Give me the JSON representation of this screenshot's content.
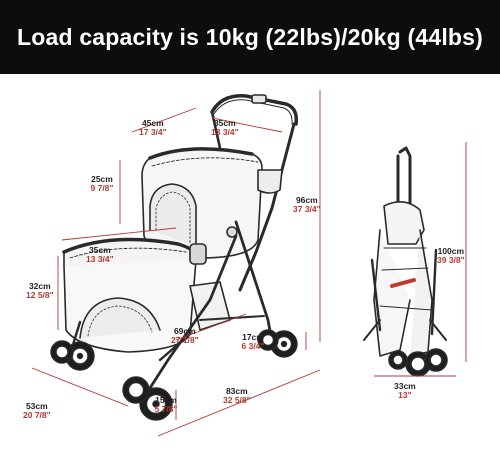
{
  "banner": {
    "headline": "Load capacity is 10kg (22lbs)/20kg (44lbs)"
  },
  "colors": {
    "banner_bg": "#0d0d0d",
    "banner_text": "#ffffff",
    "metric_text": "#222222",
    "imperial_text": "#b03a32",
    "dimension_line": "#b03a32"
  },
  "dimensions": {
    "top_basket_depth": {
      "cm": "45cm",
      "inch": "17 3/4\""
    },
    "top_basket_width": {
      "cm": "35cm",
      "inch": "13 3/4\""
    },
    "top_basket_height": {
      "cm": "25cm",
      "inch": "9 7/8\""
    },
    "overall_height": {
      "cm": "96cm",
      "inch": "37 3/4\""
    },
    "lower_basket_width": {
      "cm": "35cm",
      "inch": "13 3/4\""
    },
    "lower_basket_height": {
      "cm": "32cm",
      "inch": "12 5/8\""
    },
    "wheelbase": {
      "cm": "69cm",
      "inch": "27 1/8\""
    },
    "rear_wheel": {
      "cm": "17cm",
      "inch": "6 3/4\""
    },
    "overall_width": {
      "cm": "53cm",
      "inch": "20 7/8\""
    },
    "front_wheel": {
      "cm": "15cm",
      "inch": "5 7/8\""
    },
    "overall_length": {
      "cm": "83cm",
      "inch": "32 5/8\""
    },
    "folded_height": {
      "cm": "100cm",
      "inch": "39 3/8\""
    },
    "folded_width": {
      "cm": "33cm",
      "inch": "13\""
    }
  }
}
